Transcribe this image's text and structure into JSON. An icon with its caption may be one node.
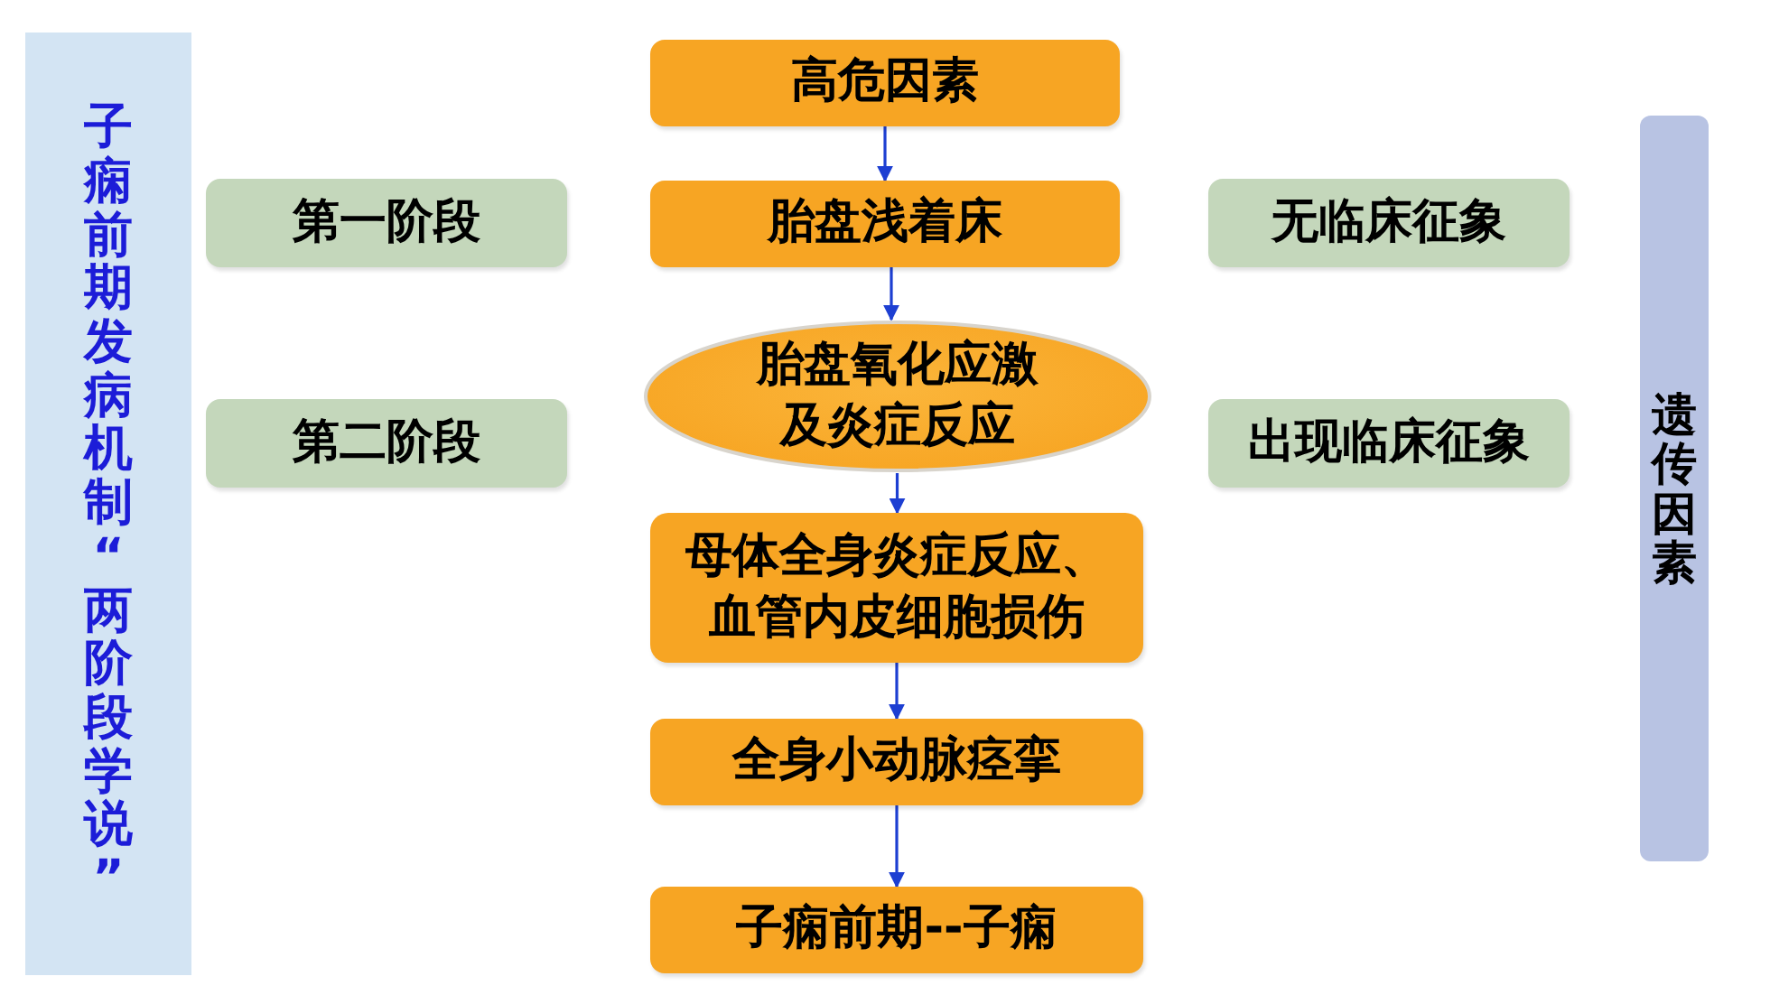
{
  "diagram": {
    "nodes": [
      {
        "text": [
          "子痫前期发病机制“两阶段学说”"
        ]
      },
      {
        "text": [
          "第一阶段"
        ]
      },
      {
        "text": [
          "第二阶段"
        ]
      },
      {
        "text": [
          "高危因素"
        ]
      },
      {
        "text": [
          "胎盘浅着床"
        ]
      },
      {
        "text": [
          "胎盘氧化应激及炎症反应"
        ]
      },
      {
        "text": [
          "母体全身炎症反应、血管内皮细胞损伤"
        ]
      },
      {
        "text": [
          "全身小动脉痉挛"
        ]
      },
      {
        "text": [
          "子痫前期--子痫"
        ]
      },
      {
        "text": [
          "无临床征象"
        ]
      },
      {
        "text": [
          "出现临床征象"
        ]
      },
      {
        "text": [
          "遗传因素"
        ]
      }
    ],
    "edges": [
      {
        "from": 3,
        "to": 4,
        "arrow": "to"
      },
      {
        "from": 4,
        "to": 5,
        "arrow": "to"
      },
      {
        "from": 5,
        "to": 6,
        "arrow": "to"
      },
      {
        "from": 6,
        "to": 7,
        "arrow": "to"
      },
      {
        "from": 7,
        "to": 8,
        "arrow": "to"
      }
    ]
  }
}
